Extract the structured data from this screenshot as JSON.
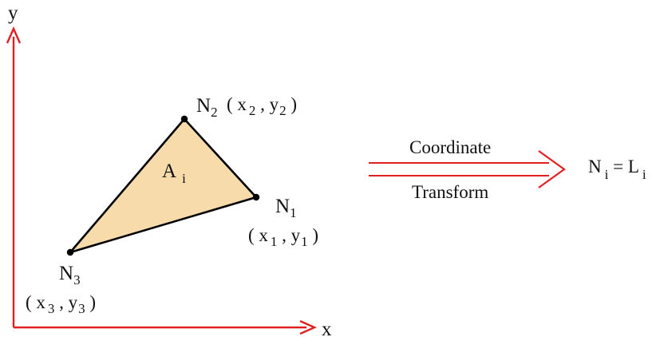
{
  "axes": {
    "x_label": "x",
    "y_label": "y",
    "color": "#e02020"
  },
  "triangle": {
    "fill": "#f7dbab",
    "stroke": "#000000",
    "area_label": {
      "base": "A",
      "sub": "i"
    }
  },
  "nodes": {
    "n1": {
      "name": {
        "base": "N",
        "sub": "1"
      },
      "coords": {
        "open": "( ",
        "x": "x",
        "x_sub": "1",
        "sep": " , ",
        "y": "y",
        "y_sub": "1",
        "close": " )"
      }
    },
    "n2": {
      "name": {
        "base": "N",
        "sub": "2"
      },
      "coords": {
        "open": "( ",
        "x": "x",
        "x_sub": "2",
        "sep": " , ",
        "y": "y",
        "y_sub": "2",
        "close": " )"
      }
    },
    "n3": {
      "name": {
        "base": "N",
        "sub": "3"
      },
      "coords": {
        "open": "( ",
        "x": "x",
        "x_sub": "3",
        "sep": " , ",
        "y": "y",
        "y_sub": "3",
        "close": " )"
      }
    }
  },
  "transform": {
    "label_top": "Coordinate",
    "label_bottom": "Transform",
    "arrow_color": "#e02020"
  },
  "result": {
    "left": {
      "base": "N",
      "sub": "i"
    },
    "equals": " = ",
    "right": {
      "base": "L",
      "sub": "i"
    }
  }
}
